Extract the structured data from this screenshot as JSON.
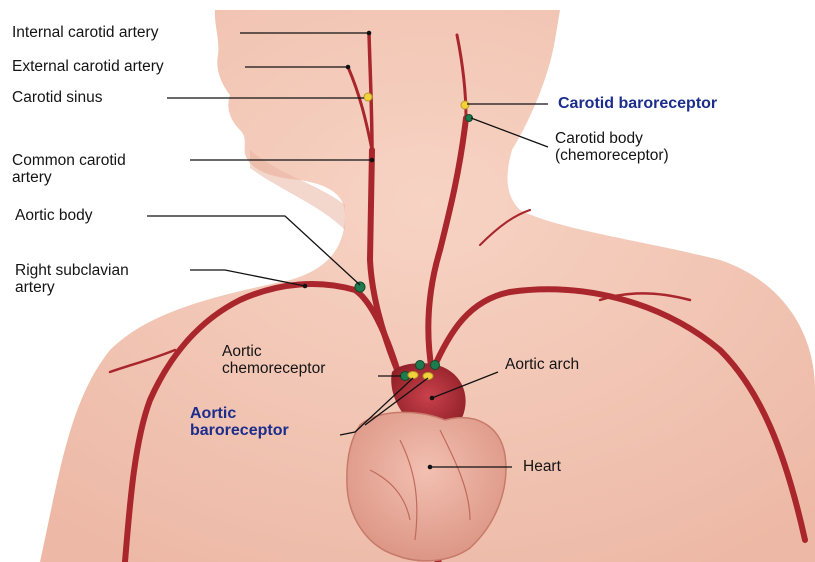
{
  "labels": {
    "internal_carotid": "Internal carotid artery",
    "external_carotid": "External carotid artery",
    "carotid_sinus": "Carotid sinus",
    "common_carotid": [
      "Common carotid",
      "artery"
    ],
    "aortic_body": "Aortic body",
    "right_subclavian": [
      "Right subclavian",
      "artery"
    ],
    "aortic_chemoreceptor": [
      "Aortic",
      "chemoreceptor"
    ],
    "aortic_baroreceptor": [
      "Aortic",
      "baroreceptor"
    ],
    "carotid_baroreceptor": "Carotid baroreceptor",
    "carotid_body": [
      "Carotid body",
      "(chemoreceptor)"
    ],
    "aortic_arch": "Aortic arch",
    "heart": "Heart"
  },
  "colors": {
    "skin": "#f4c9b8",
    "skin_shadow": "#e6ad9b",
    "artery": "#a8262c",
    "baroreceptor": "#f2d23a",
    "chemoreceptor": "#1f7a4e",
    "heart": "#e7a898",
    "aortic_arch": "#b0303a",
    "blue_label": "#1c2d8c"
  }
}
